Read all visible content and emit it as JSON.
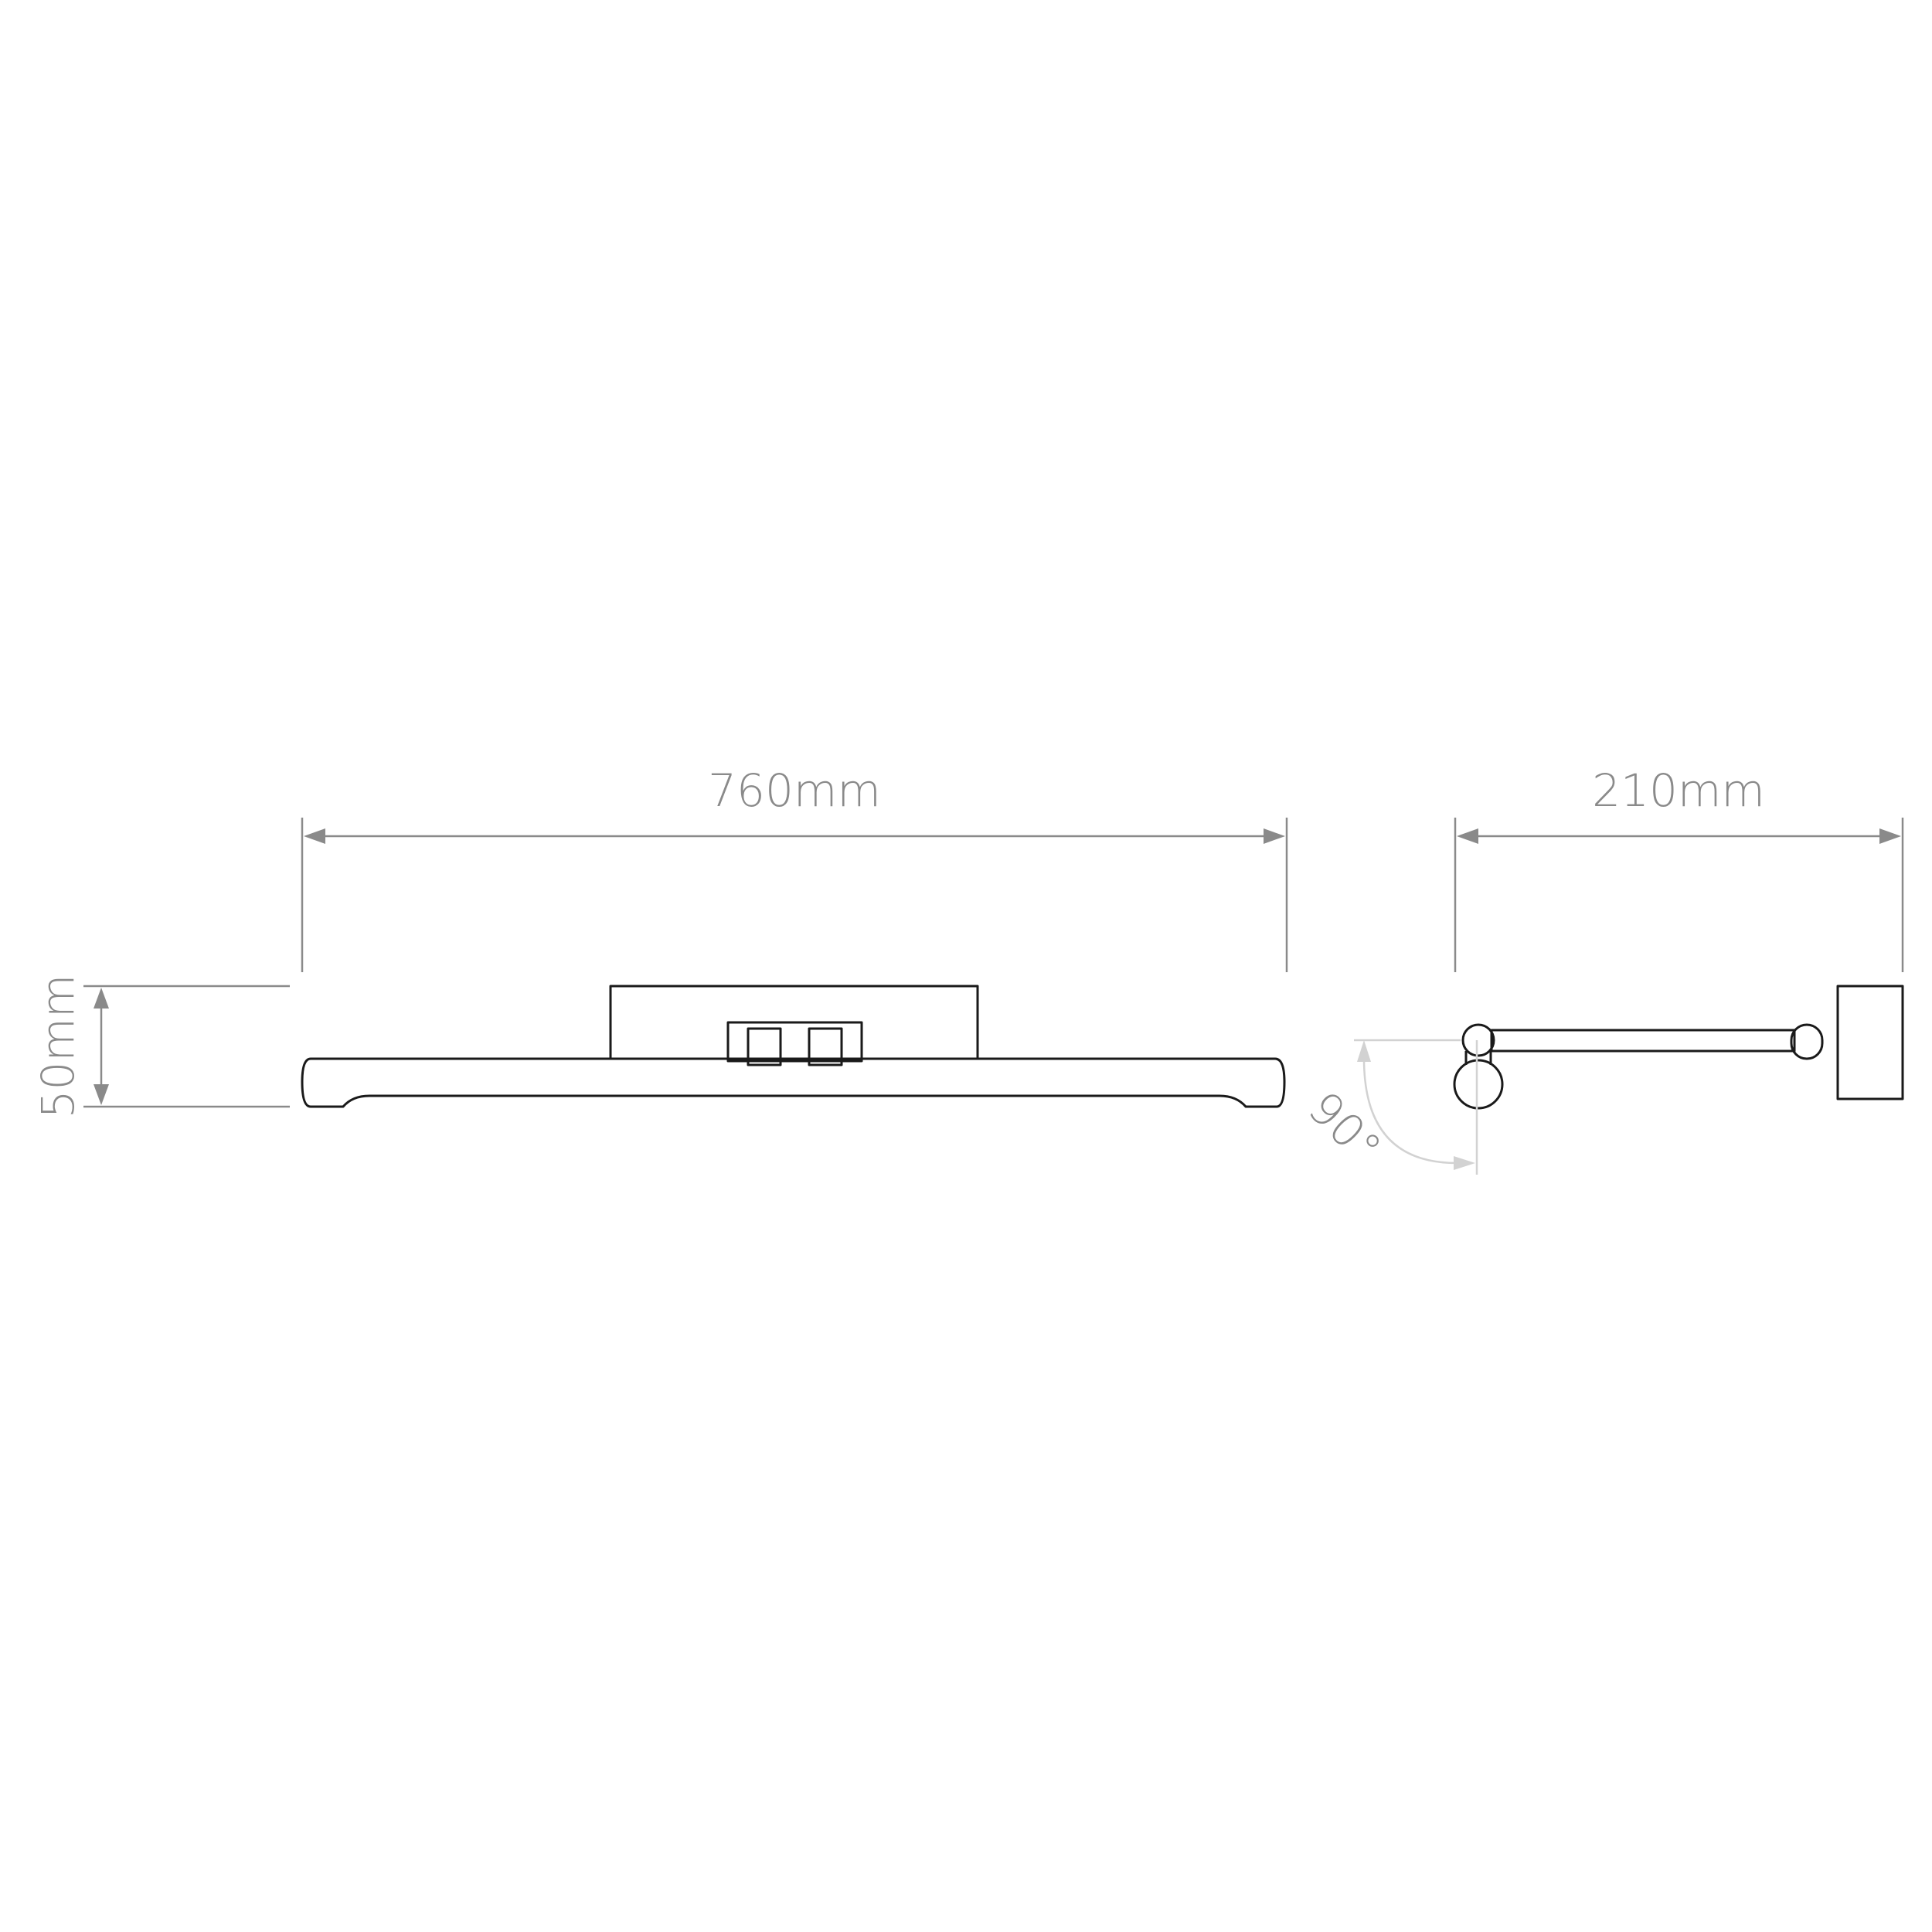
{
  "dimensions": {
    "width_front": "760mm",
    "height_front": "50mm",
    "depth_side": "210mm",
    "swivel_angle": "90°"
  },
  "colors": {
    "outline": "#1a1a1a",
    "dimension": "#8a8a8a",
    "angle_guide": "#d2d2d2",
    "background": "#ffffff"
  }
}
